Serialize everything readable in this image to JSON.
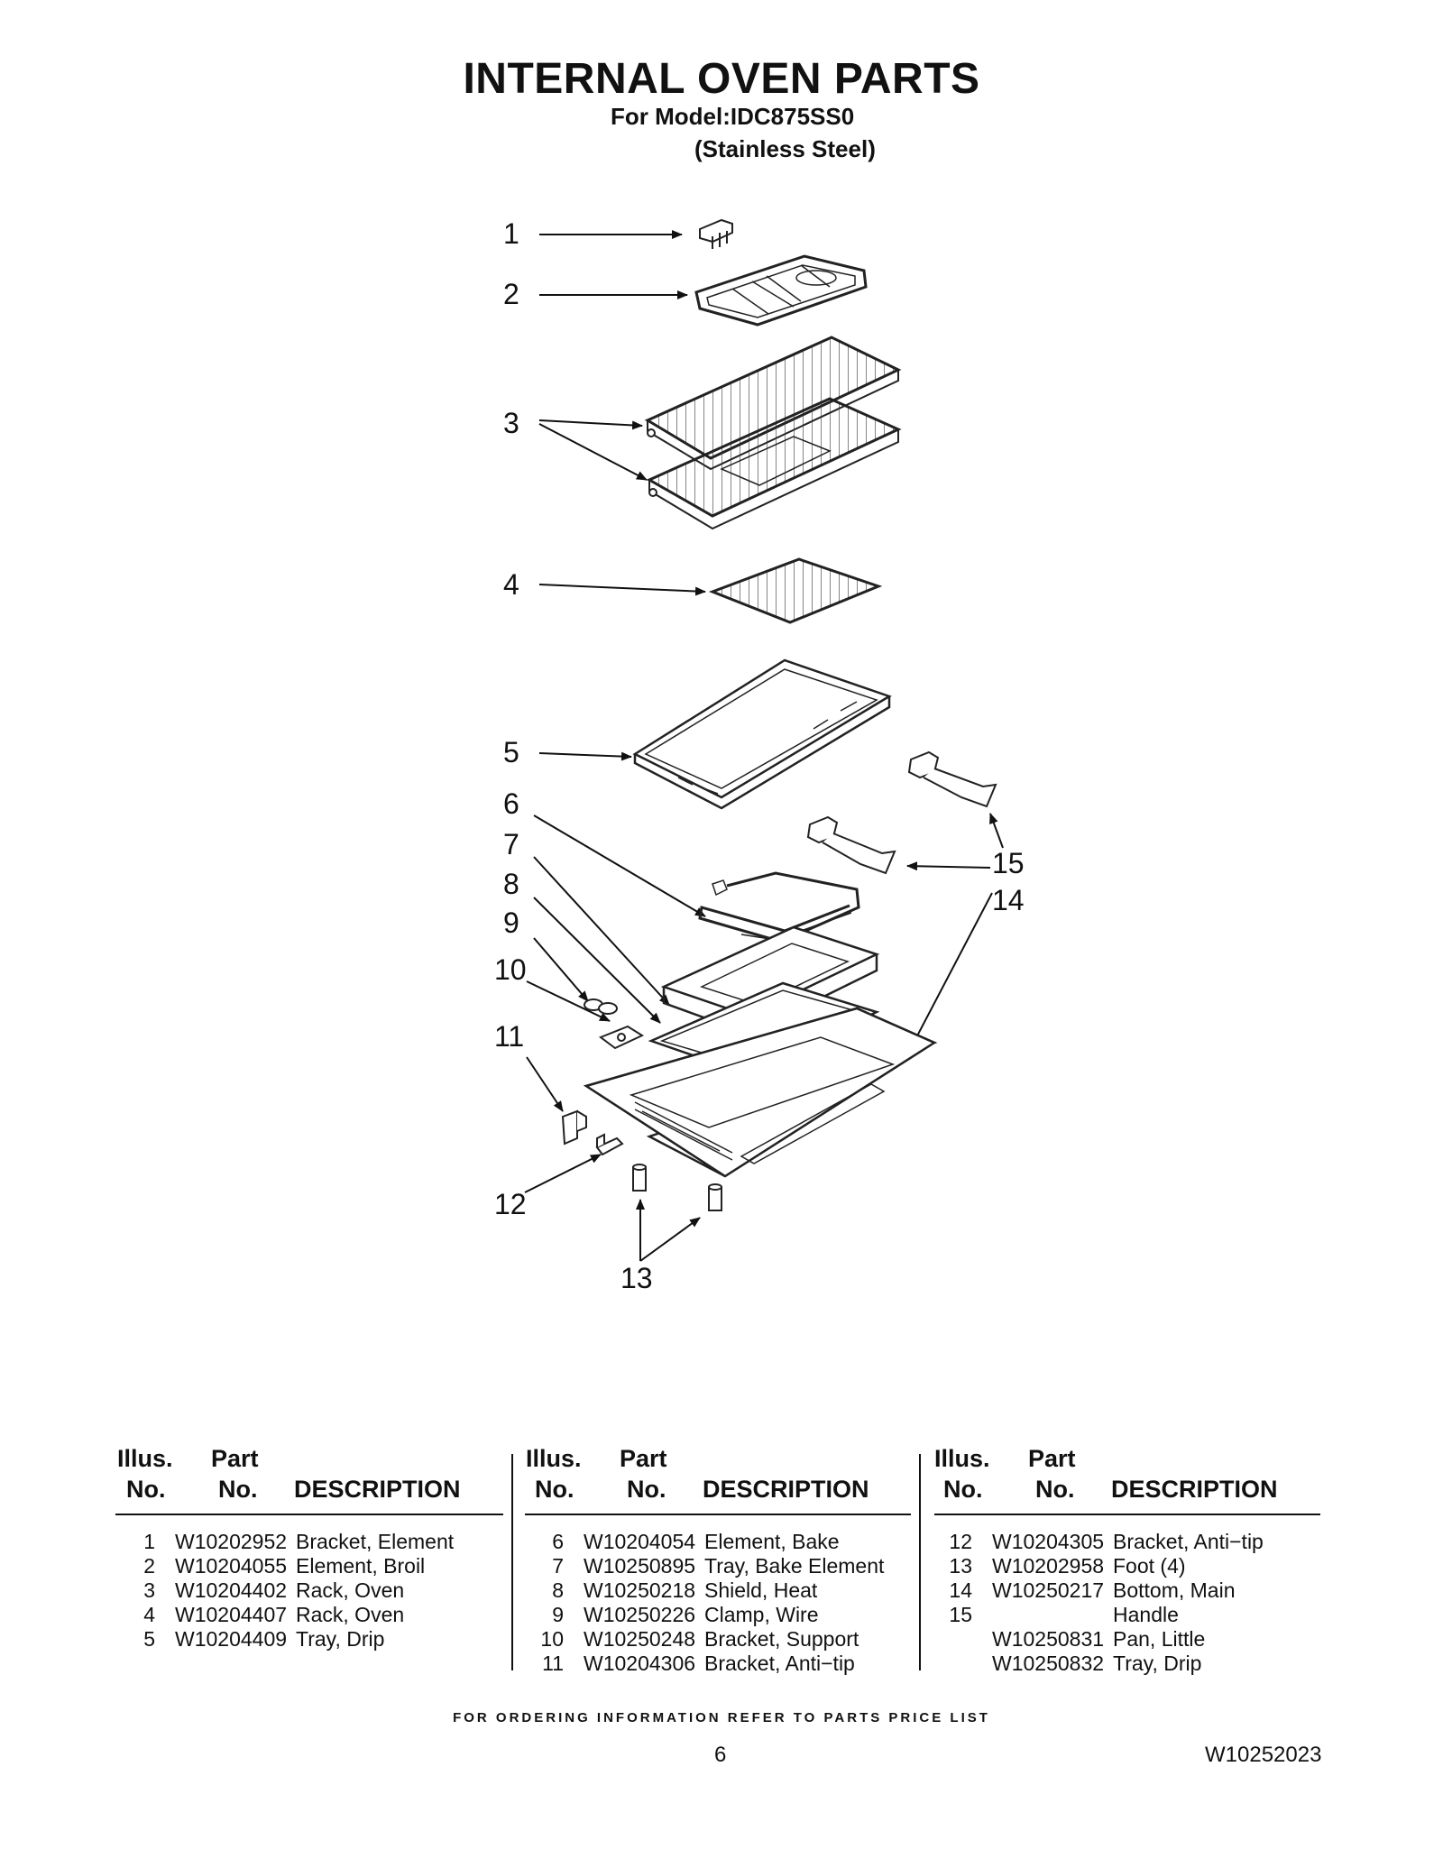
{
  "header": {
    "title": "INTERNAL OVEN PARTS",
    "model_line": "For Model:IDC875SS0",
    "finish_line": "(Stainless Steel)"
  },
  "callouts": [
    "1",
    "2",
    "3",
    "4",
    "5",
    "6",
    "7",
    "8",
    "9",
    "10",
    "11",
    "12",
    "13",
    "14",
    "15"
  ],
  "table": {
    "headers": {
      "illus_top": "Illus.",
      "illus_bottom": "No.",
      "part_top": "Part",
      "part_bottom": "No.",
      "description": "DESCRIPTION"
    },
    "columns": [
      [
        {
          "illus": "1",
          "part": "W10202952",
          "desc": "Bracket, Element"
        },
        {
          "illus": "2",
          "part": "W10204055",
          "desc": "Element, Broil"
        },
        {
          "illus": "3",
          "part": "W10204402",
          "desc": "Rack, Oven"
        },
        {
          "illus": "4",
          "part": "W10204407",
          "desc": "Rack, Oven"
        },
        {
          "illus": "5",
          "part": "W10204409",
          "desc": "Tray, Drip"
        }
      ],
      [
        {
          "illus": "6",
          "part": "W10204054",
          "desc": "Element, Bake"
        },
        {
          "illus": "7",
          "part": "W10250895",
          "desc": "Tray, Bake Element"
        },
        {
          "illus": "8",
          "part": "W10250218",
          "desc": "Shield, Heat"
        },
        {
          "illus": "9",
          "part": "W10250226",
          "desc": "Clamp, Wire"
        },
        {
          "illus": "10",
          "part": "W10250248",
          "desc": "Bracket, Support"
        },
        {
          "illus": "11",
          "part": "W10204306",
          "desc": "Bracket, Anti−tip"
        }
      ],
      [
        {
          "illus": "12",
          "part": "W10204305",
          "desc": "Bracket, Anti−tip"
        },
        {
          "illus": "13",
          "part": "W10202958",
          "desc": "Foot (4)"
        },
        {
          "illus": "14",
          "part": "W10250217",
          "desc": "Bottom, Main"
        },
        {
          "illus": "15",
          "part": "",
          "desc": "Handle"
        },
        {
          "illus": "",
          "part": "W10250831",
          "desc": "Pan, Little"
        },
        {
          "illus": "",
          "part": "W10250832",
          "desc": "Tray, Drip"
        }
      ]
    ]
  },
  "footer": {
    "ordering_note": "FOR ORDERING INFORMATION REFER TO PARTS PRICE LIST",
    "page_number": "6",
    "document_number": "W10252023"
  }
}
